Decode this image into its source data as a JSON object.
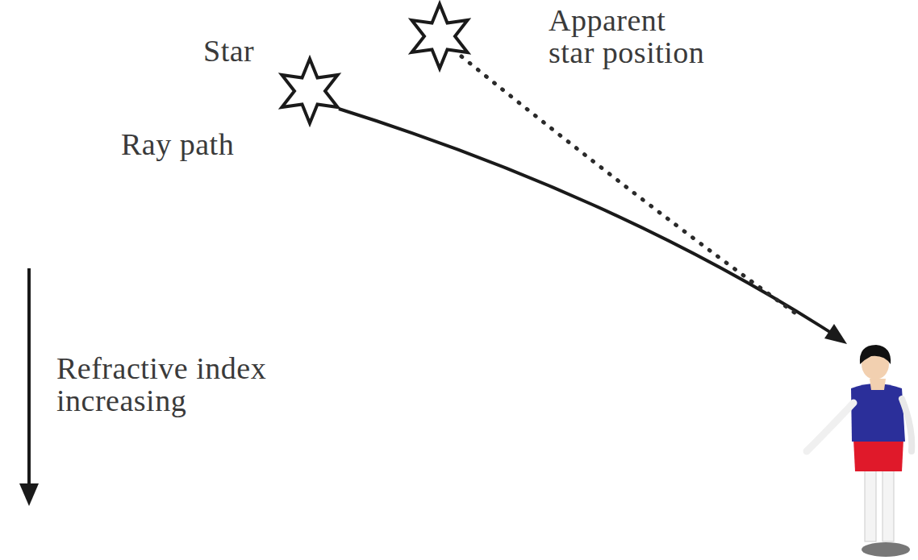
{
  "diagram": {
    "labels": [
      "Star",
      "Apparent star position",
      "Ray path",
      "Refractive index increasing"
    ]
  }
}
